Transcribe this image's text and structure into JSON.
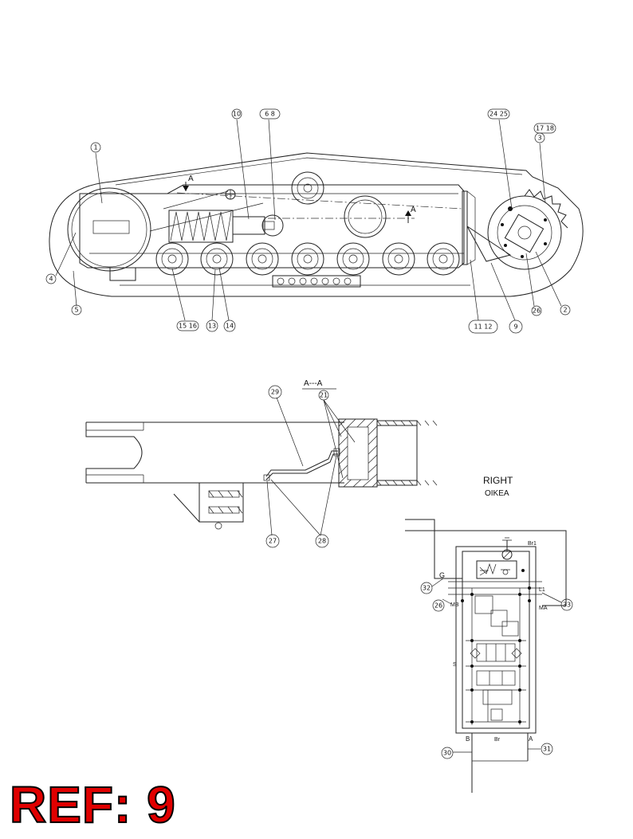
{
  "callouts_top": [
    {
      "id": "c1",
      "text": "1"
    },
    {
      "id": "c10",
      "text": "10"
    },
    {
      "id": "c68",
      "text": "6 8"
    },
    {
      "id": "c2425",
      "text": "24 25"
    },
    {
      "id": "c1718",
      "text": "17 18"
    },
    {
      "id": "c3",
      "text": "3"
    },
    {
      "id": "c4",
      "text": "4"
    },
    {
      "id": "c5",
      "text": "5"
    },
    {
      "id": "c1516",
      "text": "15 16"
    },
    {
      "id": "c13",
      "text": "13"
    },
    {
      "id": "c14",
      "text": "14"
    },
    {
      "id": "c1112",
      "text": "11 12"
    },
    {
      "id": "c9",
      "text": "9"
    },
    {
      "id": "c26a",
      "text": "26"
    },
    {
      "id": "c2",
      "text": "2"
    }
  ],
  "section_marks": {
    "left": "A",
    "right": "A"
  },
  "section_view": {
    "title": "A---A",
    "callouts": [
      {
        "id": "c29",
        "text": "29"
      },
      {
        "id": "c21",
        "text": "21"
      },
      {
        "id": "c27",
        "text": "27"
      },
      {
        "id": "c28",
        "text": "28"
      }
    ]
  },
  "schematic": {
    "heading": "RIGHT",
    "subheading": "OIKEA",
    "port_labels": {
      "br_top": "Br1",
      "l1": "L1",
      "ma": "MA",
      "mb": "MB",
      "s": "S",
      "g": "G",
      "b": "B",
      "a": "A",
      "br_bottom": "Br"
    },
    "callouts": [
      {
        "id": "c32",
        "text": "32"
      },
      {
        "id": "c26b",
        "text": "26"
      },
      {
        "id": "c33",
        "text": "33"
      },
      {
        "id": "c30",
        "text": "30"
      },
      {
        "id": "c31",
        "text": "31"
      }
    ]
  },
  "reference_label": "REF: 9"
}
